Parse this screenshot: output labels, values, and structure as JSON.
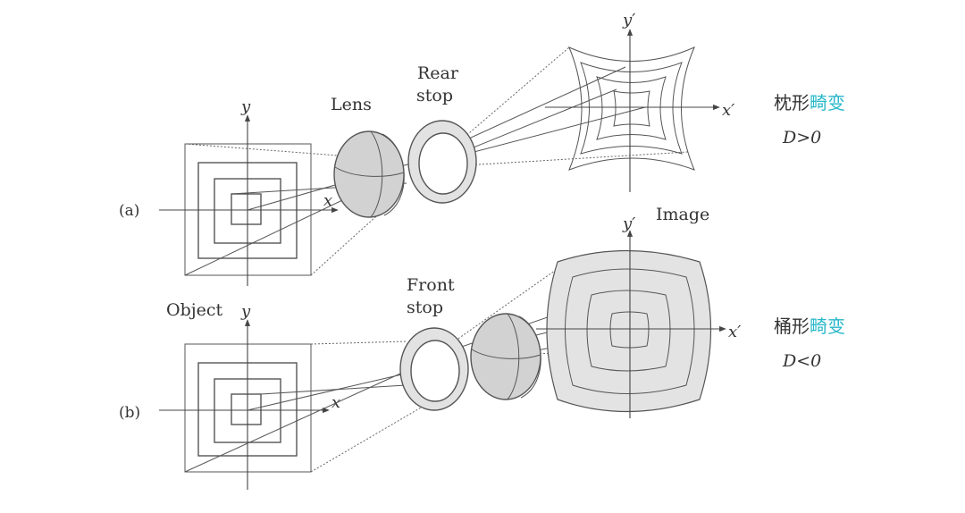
{
  "panel_a": {
    "label": "(a)",
    "object_axis_y": "y",
    "object_axis_x": "x",
    "lens_label": "Lens",
    "stop_label_line1": "Rear",
    "stop_label_line2": "stop",
    "image_axis_y": "y′",
    "image_axis_x": "x′",
    "distortion_name_plain": "枕形",
    "distortion_name_highlight": "畸变",
    "condition": "D>0"
  },
  "panel_b": {
    "label": "(b)",
    "object_label": "Object",
    "object_axis_y": "y",
    "object_axis_x": "x",
    "stop_label_line1": "Front",
    "stop_label_line2": "stop",
    "image_label": "Image",
    "image_axis_y": "y′",
    "image_axis_x": "x′",
    "distortion_name_plain": "桶形",
    "distortion_name_highlight": "畸变",
    "condition": "D<0"
  },
  "colors": {
    "highlight": "#27b7c9",
    "lens_fill": "#d2d2d2",
    "image_fill": "#e3e3e3"
  }
}
